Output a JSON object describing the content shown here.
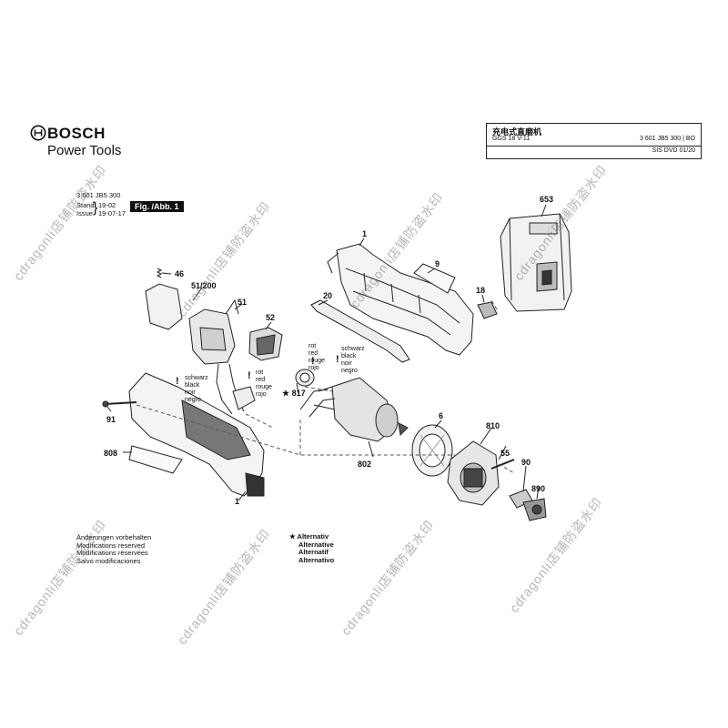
{
  "header": {
    "brand": "BOSCH",
    "brand_sub": "Power Tools",
    "title_cn": "充电式直磨机",
    "model": "GGS 18 V-11",
    "code": "3 601 JB5 300 | BO",
    "sis": "SIS DVD 01/20"
  },
  "meta": {
    "part_no": "3 601 JB5 300",
    "stand_label": "Stand",
    "stand_value": "19-02",
    "issue_label": "Issue",
    "issue_value": "19-07-17",
    "fig_label": "Fig. /Abb. 1"
  },
  "callouts": {
    "p653": "653",
    "p1_top": "1",
    "p9": "9",
    "p46": "46",
    "p51_200": "51/200",
    "p51": "51",
    "p20": "20",
    "p18": "18",
    "p52": "52",
    "p817": "817",
    "p91": "91",
    "p6": "6",
    "p810": "810",
    "p808": "808",
    "p802": "802",
    "p55": "55",
    "p90": "90",
    "p890": "890",
    "p1_bottom": "1"
  },
  "wire_labels": {
    "group1": [
      "schwarz",
      "black",
      "noir",
      "negro"
    ],
    "group2": [
      "rot",
      "red",
      "rouge",
      "rojo"
    ],
    "group3": [
      "rot",
      "red",
      "rouge",
      "rojo"
    ],
    "group4": [
      "schwarz",
      "black",
      "noir",
      "negro"
    ]
  },
  "notes": {
    "changes": [
      "Änderungen vorbehalten",
      "Modifications reserved",
      "Modifications réservées",
      "Salvo modificaciones"
    ],
    "alternative": [
      "Alternativ",
      "Alternative",
      "Alternatif",
      "Alternativo"
    ]
  },
  "watermark": "cdragonli店铺防盗水印"
}
